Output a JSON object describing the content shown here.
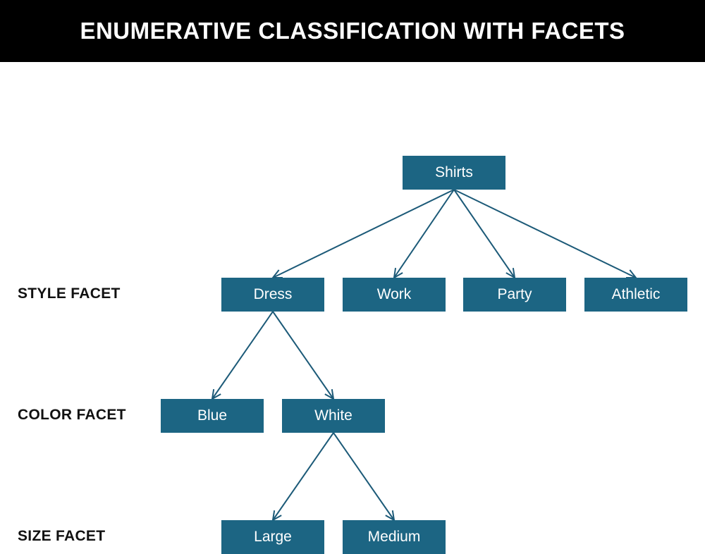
{
  "title": "ENUMERATIVE CLASSIFICATION WITH FACETS",
  "facets": {
    "style": "STYLE FACET",
    "color": "COLOR FACET",
    "size": "SIZE FACET"
  },
  "nodes": {
    "shirts": "Shirts",
    "dress": "Dress",
    "work": "Work",
    "party": "Party",
    "athletic": "Athletic",
    "blue": "Blue",
    "white": "White",
    "large": "Large",
    "medium": "Medium"
  },
  "edges": [
    {
      "from": "shirts",
      "to": "dress"
    },
    {
      "from": "shirts",
      "to": "work"
    },
    {
      "from": "shirts",
      "to": "party"
    },
    {
      "from": "shirts",
      "to": "athletic"
    },
    {
      "from": "dress",
      "to": "blue"
    },
    {
      "from": "dress",
      "to": "white"
    },
    {
      "from": "white",
      "to": "large"
    },
    {
      "from": "white",
      "to": "medium"
    }
  ],
  "colors": {
    "node_fill": "#1c6583",
    "edge": "#1c5a78"
  }
}
